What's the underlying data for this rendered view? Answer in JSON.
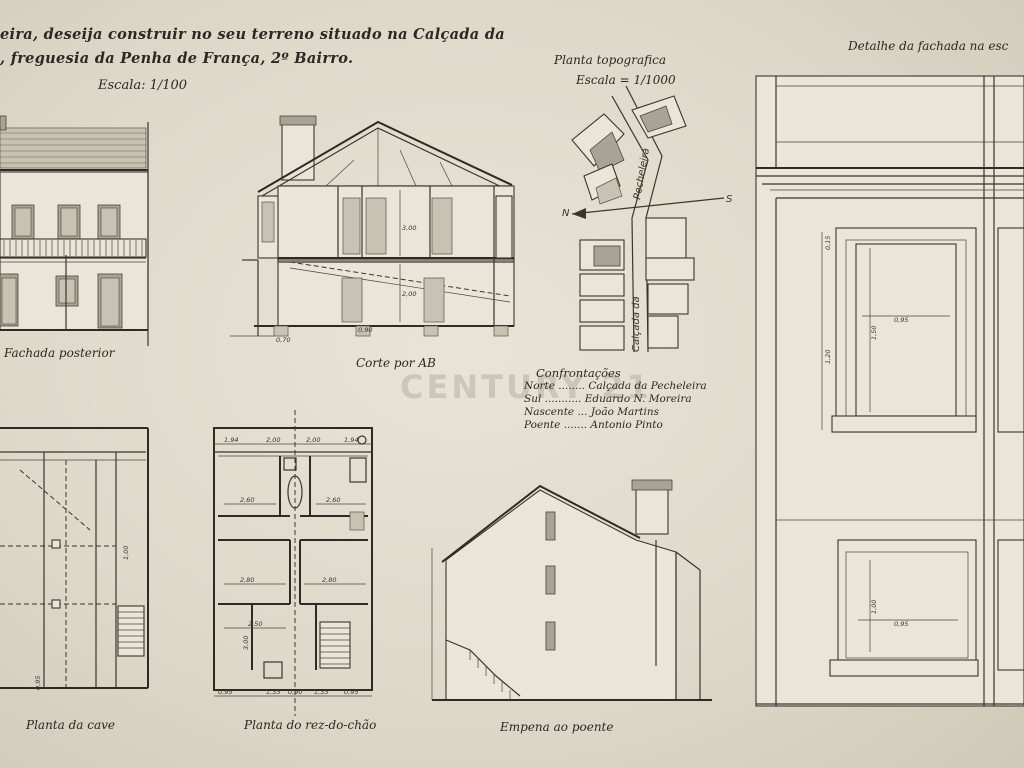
{
  "header": {
    "line1": "eira, deseija construir no seu terreno situado na Calçada da",
    "line2": ", freguesia da Penha de França, 2º Bairro.",
    "scale": "Escala: 1/100"
  },
  "topo": {
    "title": "Planta topografica",
    "scale": "Escala = 1/1000",
    "street1": "Pecheleira",
    "street2": "Calçada da",
    "north": "N",
    "south": "S"
  },
  "detail": {
    "title": "Detalhe da fachada na esc"
  },
  "labels": {
    "fachada_posterior": "Fachada posterior",
    "corte": "Corte por AB",
    "planta_cave": "Planta da cave",
    "planta_rez": "Planta do rez-do-chão",
    "empena": "Empena ao poente"
  },
  "confrontacoes": {
    "title": "Confrontações",
    "rows": [
      "Norte ........ Calçada da Pecheleira",
      "Sul ........... Eduardo N. Moreira",
      "Nascente ... João Martins",
      "Poente ....... Antonio Pinto"
    ]
  },
  "watermark": "CENTURY 21",
  "dims": {
    "d095": "0,95",
    "d150": "1,50",
    "d120": "1,20",
    "d100": "1,00",
    "d260": "2,60",
    "d250": "2,50",
    "d200": "2,00",
    "d280": "2,80",
    "d300": "3,00",
    "d133": "1,33",
    "d194": "1,94",
    "d070": "0,70",
    "d015": "0,15",
    "d090": "0,90"
  }
}
